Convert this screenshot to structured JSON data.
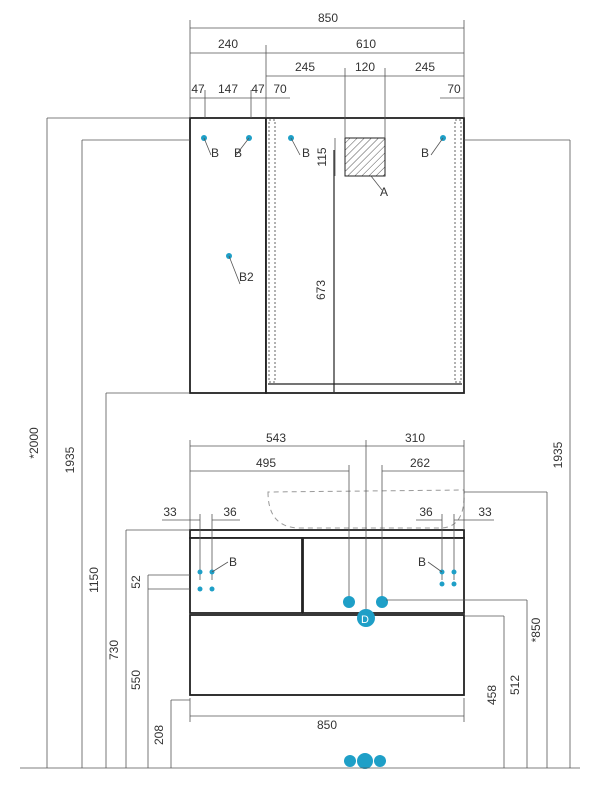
{
  "top": {
    "overall_width": "850",
    "left_width": "240",
    "right_width": "610",
    "seg_left": "245",
    "seg_mid": "120",
    "seg_right": "245",
    "d47a": "47",
    "d147": "147",
    "d47b": "47",
    "d70a": "70",
    "d70b": "70",
    "d115": "115",
    "d673": "673",
    "label_b1": "B",
    "label_b2": "B",
    "label_b3": "B",
    "label_b4": "B",
    "label_b2big": "B2",
    "label_a": "A"
  },
  "bottom": {
    "d543": "543",
    "d310": "310",
    "d495": "495",
    "d262": "262",
    "d33a": "33",
    "d36a": "36",
    "d36b": "36",
    "d33b": "33",
    "label_b_left": "B",
    "label_b_right": "B",
    "label_d": "D",
    "width_bottom": "850"
  },
  "heights": {
    "h2000": "*2000",
    "h1935a": "1935",
    "h1935b": "1935",
    "h1150": "1150",
    "h730": "730",
    "h550": "550",
    "h52": "52",
    "h208": "208",
    "h458": "458",
    "h512": "512",
    "h850": "*850"
  },
  "colors": {
    "accent": "#1e9fc7",
    "line": "#222222"
  }
}
